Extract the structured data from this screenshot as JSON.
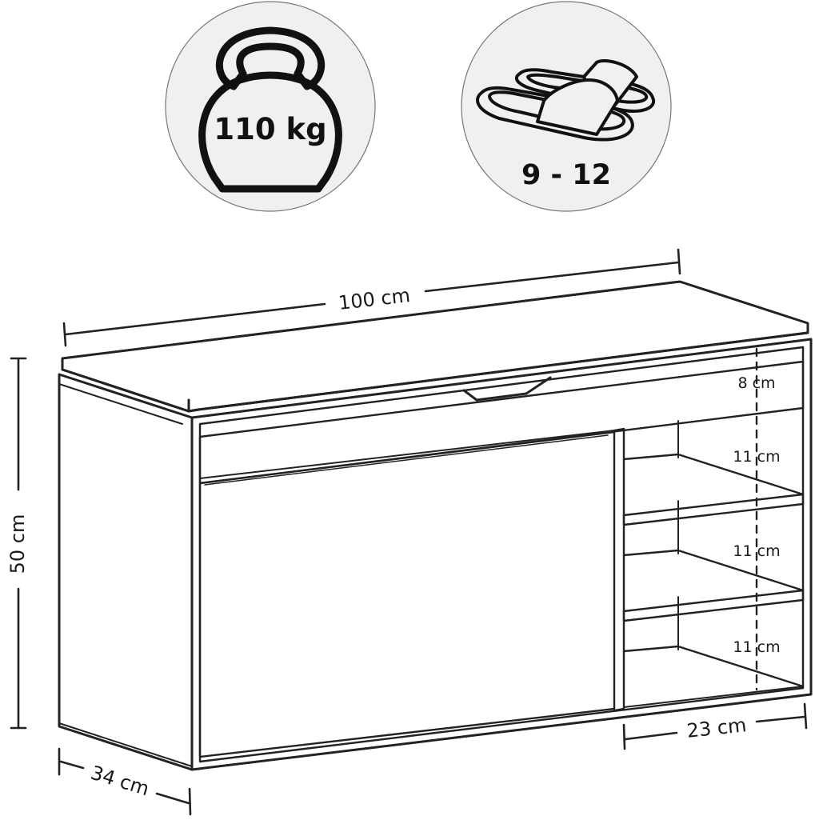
{
  "badges": {
    "weight_label": "110 kg",
    "shoes_label": "9 - 12"
  },
  "dimensions": {
    "width": "100 cm",
    "height": "50 cm",
    "depth": "34 cm",
    "shelf_width": "23 cm",
    "compartments": [
      "8 cm",
      "11 cm",
      "11 cm",
      "11 cm"
    ]
  },
  "icons": {
    "weight": "kettlebell-icon",
    "shoes": "slippers-icon"
  },
  "colors": {
    "line": "#222222",
    "badge_fill": "#f0f0f0",
    "background": "#ffffff"
  }
}
